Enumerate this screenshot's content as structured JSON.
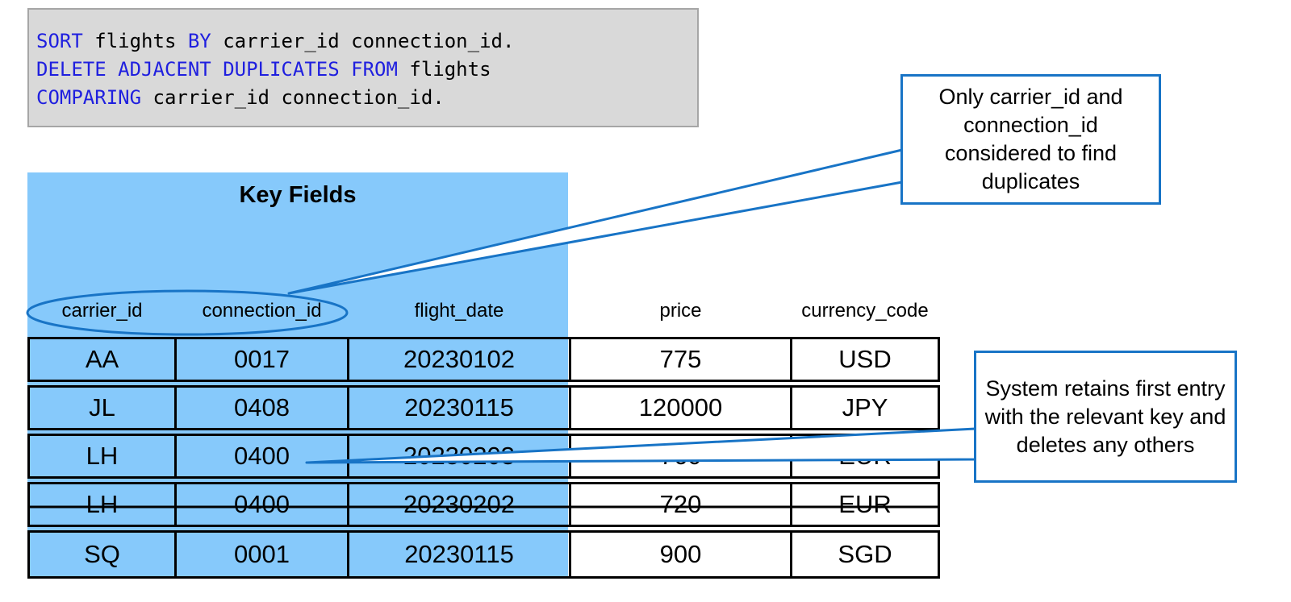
{
  "code": {
    "line1": {
      "kw1": "SORT",
      "t1": " flights ",
      "kw2": "BY",
      "t2": " carrier_id connection_id."
    },
    "line2": {
      "kw1": "DELETE ADJACENT DUPLICATES",
      "t1": " ",
      "kw2": "FROM",
      "t2": " flights"
    },
    "line3": {
      "kw1": "COMPARING",
      "t1": " carrier_id connection_id."
    }
  },
  "key_fields_title": "Key Fields",
  "headers": [
    "carrier_id",
    "connection_id",
    "flight_date",
    "price",
    "currency_code"
  ],
  "rows": [
    [
      "AA",
      "0017",
      "20230102",
      "775",
      "USD"
    ],
    [
      "JL",
      "0408",
      "20230115",
      "120000",
      "JPY"
    ],
    [
      "LH",
      "0400",
      "20230203",
      "760",
      "EUR"
    ],
    [
      "LH",
      "0400",
      "20230202",
      "720",
      "EUR"
    ],
    [
      "SQ",
      "0001",
      "20230115",
      "900",
      "SGD"
    ]
  ],
  "callouts": {
    "key_note": "Only carrier_id and connection_id considered to find duplicates",
    "retain_note": "System retains first entry with the relevant key and deletes any others"
  },
  "colors": {
    "keyword": "#1f1fdf",
    "key_area": "#86c9fb",
    "callout_border": "#1874c6",
    "code_bg": "#d9d9d9"
  }
}
